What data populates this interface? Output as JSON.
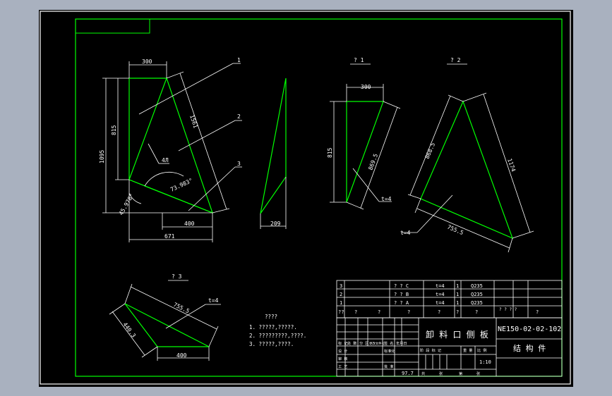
{
  "colors": {
    "background_outer": "#a9b1bf",
    "canvas": "#000000",
    "frame": "#00ff00",
    "part_outline": "#00ff00",
    "dimensions": "#ffffff"
  },
  "main_view": {
    "dims": {
      "top_width": "300",
      "height_1095": "1095",
      "height_815": "815",
      "slant_1561": "1561",
      "angle_73": "73.983°",
      "angle_45": "45.978°",
      "bottom_400": "400",
      "bottom_671": "671",
      "hole_label": "4Л"
    },
    "callouts": {
      "c1": "1",
      "c2": "2",
      "c3": "3"
    }
  },
  "side_view": {
    "width": "209"
  },
  "view_1": {
    "title": "? 1",
    "top_width": "300",
    "height": "815",
    "diag": "869.5",
    "thickness": "t=4"
  },
  "view_2": {
    "title": "? 2",
    "left": "868.5",
    "right": "1174",
    "bottom": "755.5",
    "thickness": "t=4"
  },
  "view_3": {
    "title": "? 3",
    "left": "440.3",
    "diag": "755.5",
    "bottom": "400",
    "thickness": "t=4"
  },
  "notes": {
    "title": "????",
    "lines": [
      "1. ?????,?????.",
      "2. ?????????,????.",
      "3. ?????,????."
    ]
  },
  "parts_list": {
    "rows": [
      {
        "no": "3",
        "name": "? ? C",
        "t": "t=4",
        "qty": "1",
        "mat": "Q235"
      },
      {
        "no": "2",
        "name": "? ? B",
        "t": "t=4",
        "qty": "1",
        "mat": "Q235"
      },
      {
        "no": "1",
        "name": "? ? A",
        "t": "t=4",
        "qty": "1",
        "mat": "Q235"
      }
    ],
    "header": {
      "c1": "??",
      "c2": "?",
      "c3": "?",
      "c4": "?",
      "c5": "?",
      "c6": "?",
      "c7": "?",
      "c8": "? ? ? ?",
      "c9": "?"
    }
  },
  "title_block": {
    "title": "卸 料 口 侧 板",
    "drawing_no": "NE150-02-02-102",
    "category": "结 构 件",
    "scale": "1:10",
    "weight": "97.7",
    "left_labels": [
      "标 记",
      "处 数",
      "分 区",
      "更改文件号",
      "签 名",
      "年月日",
      "设 计",
      "标准化",
      "审 核",
      "工 艺",
      "批 准"
    ],
    "stage_labels": [
      "阶 段 标 记",
      "重 量",
      "比 例"
    ],
    "sheet_labels": [
      "共",
      "张",
      "第",
      "张"
    ]
  }
}
